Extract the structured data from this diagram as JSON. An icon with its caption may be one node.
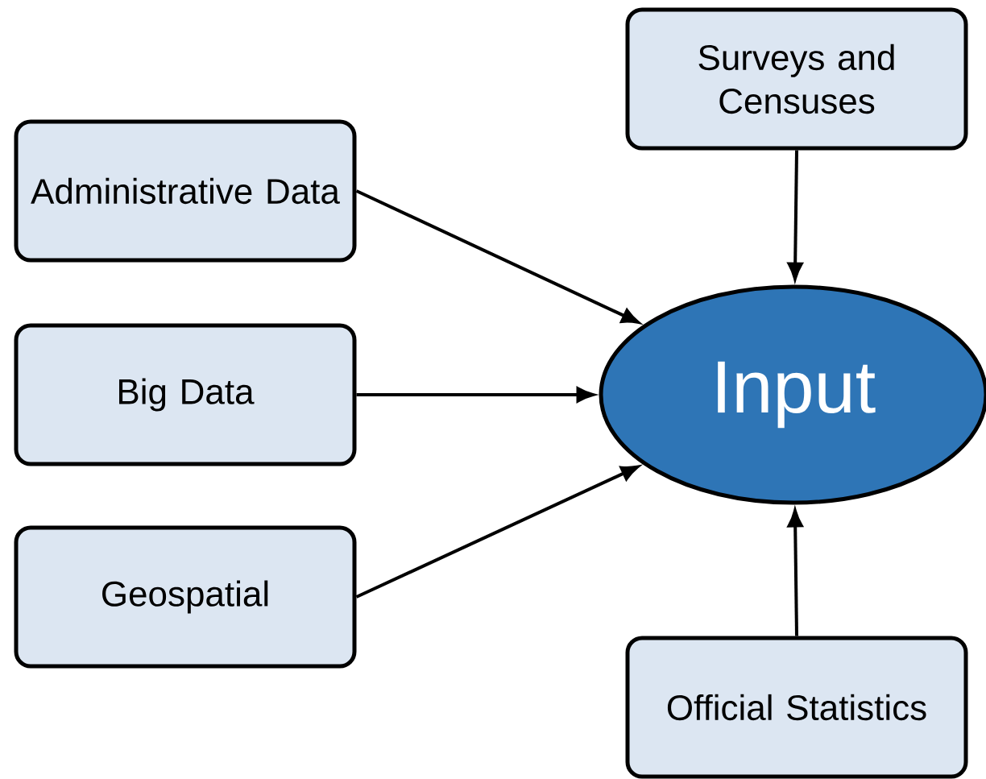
{
  "diagram": {
    "nodes": [
      {
        "text": [
          "Surveys and Censuses"
        ]
      },
      {
        "text": [
          "Administrative Data"
        ]
      },
      {
        "text": [
          "Big Data"
        ]
      },
      {
        "text": [
          "Input"
        ]
      },
      {
        "text": [
          "Geospatial"
        ]
      },
      {
        "text": [
          "Official Statistics"
        ]
      }
    ],
    "edges": [
      {
        "from": 0,
        "to": 3,
        "arrow": "to"
      },
      {
        "from": 1,
        "to": 3,
        "arrow": "to"
      },
      {
        "from": 2,
        "to": 3,
        "arrow": "to"
      },
      {
        "from": 4,
        "to": 3,
        "arrow": "to"
      },
      {
        "from": 5,
        "to": 3,
        "arrow": "to"
      }
    ]
  }
}
